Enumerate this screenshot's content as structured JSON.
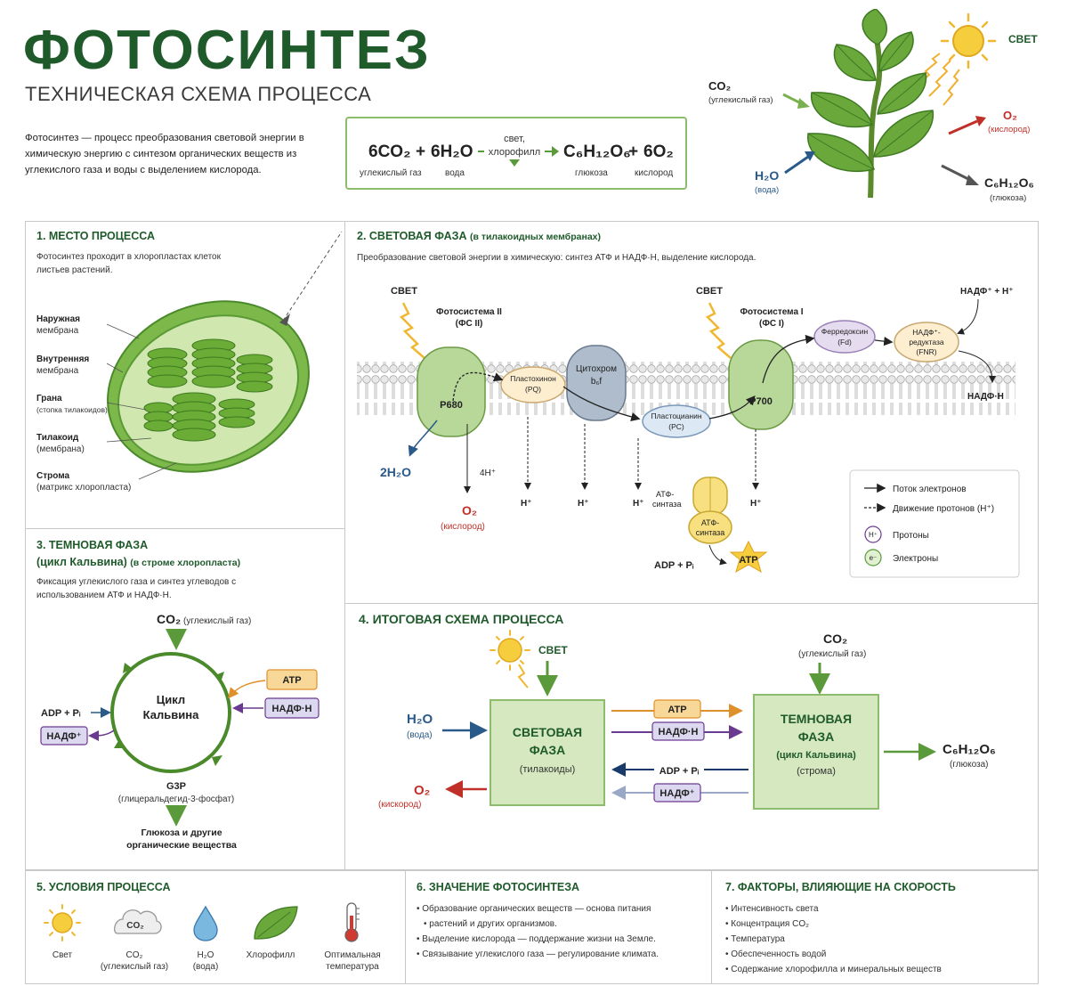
{
  "header": {
    "title": "ФОТОСИНТЕЗ",
    "subtitle": "ТЕХНИЧЕСКАЯ СХЕМА ПРОЦЕССА",
    "intro": "Фотосинтез — процесс преобразования световой энергии в химическую энергию с синтезом органических веществ из углекислого газа и воды с выделением кислорода."
  },
  "equation": {
    "reactant1": "6CO₂",
    "plus1": "+",
    "reactant2": "6H₂O",
    "cond_top": "свет,",
    "cond_bottom": "хлорофилл",
    "product1": "C₆H₁₂O₆",
    "plus2": "+",
    "product2": "6O₂",
    "label1": "углекислый газ",
    "label2": "вода",
    "label3": "глюкоза",
    "label4": "кислород"
  },
  "plant": {
    "light": "СВЕТ",
    "co2": "CO₂",
    "co2_label": "(углекислый газ)",
    "o2": "O₂",
    "o2_label": "(кислород)",
    "h2o": "H₂O",
    "h2o_label": "(вода)",
    "glucose": "C₆H₁₂O₆",
    "glucose_label": "(глюкоза)"
  },
  "section1": {
    "title": "1. МЕСТО ПРОЦЕССА",
    "text": "Фотосинтез проходит в хлоропластах клеток листьев растений.",
    "labels": [
      {
        "name": "Наружная",
        "sub": "мембрана"
      },
      {
        "name": "Внутренняя",
        "sub": "мембрана"
      },
      {
        "name": "Грана",
        "sub": "(стопка тилакоидов)"
      },
      {
        "name": "Тилакоид",
        "sub": "(мембрана)"
      },
      {
        "name": "Строма",
        "sub": "(матрикс хлоропласта)"
      }
    ]
  },
  "section2": {
    "title": "2. СВЕТОВАЯ ФАЗА",
    "title_small": "(в тилакоидных мембранах)",
    "text": "Преобразование световой энергии в химическую: синтез АТФ и НАДФ·Н, выделение кислорода.",
    "light1": "СВЕТ",
    "light2": "СВЕТ",
    "ps2": "Фотосистема II",
    "ps2_abbr": "(ФС II)",
    "p680": "P680",
    "ps1": "Фотосистема I",
    "ps1_abbr": "(ФС I)",
    "p700": "P700",
    "pq": "Пластохинон",
    "pq_abbr": "(PQ)",
    "cyt": "Цитохром",
    "cyt_abbr": "b₆f",
    "pc": "Пластоцианин",
    "pc_abbr": "(PC)",
    "fd": "Ферредоксин",
    "fd_abbr": "(Fd)",
    "fnr": "НАДФ⁺-",
    "fnr2": "редуктаза",
    "fnr_abbr": "(FNR)",
    "nadp_in": "НАДФ⁺ + H⁺",
    "nadph_out": "НАДФ·Н",
    "h2o": "2H₂O",
    "h4": "4H⁺",
    "o2": "O₂",
    "o2_label": "(кислород)",
    "hplus": "H⁺",
    "atp_synthase_top": "АТФ-",
    "atp_synthase_top2": "синтаза",
    "atp_synthase": "АТФ-",
    "atp_synthase2": "синтаза",
    "adp": "ADP + Pᵢ",
    "atp": "ATP",
    "legend": {
      "electrons_flow": "Поток электронов",
      "protons_flow": "Движение протонов (H⁺)",
      "h_sym": "H⁺",
      "protons": "Протоны",
      "e_sym": "e⁻",
      "electrons": "Электроны"
    }
  },
  "section3": {
    "title": "3. ТЕМНОВАЯ ФАЗА",
    "title2": "(цикл Кальвина)",
    "title2_small": "(в строме хлоропласта)",
    "text": "Фиксация углекислого газа и синтез углеводов с использованием АТФ и НАДФ·Н.",
    "co2": "CO₂",
    "co2_label": "(углекислый газ)",
    "cycle1": "Цикл",
    "cycle2": "Кальвина",
    "adp": "ADP + Pᵢ",
    "nadp": "НАДФ⁺",
    "atp": "ATP",
    "nadph": "НАДФ·Н",
    "g3p": "G3P",
    "g3p_label": "(глицеральдегид-3-фосфат)",
    "result1": "Глюкоза и другие",
    "result2": "органические вещества"
  },
  "section4": {
    "title": "4. ИТОГОВАЯ СХЕМА ПРОЦЕССА",
    "light": "СВЕТ",
    "co2": "CO₂",
    "co2_label": "(углекислый газ)",
    "h2o": "H₂O",
    "h2o_label": "(вода)",
    "o2": "O₂",
    "o2_label": "(кискород)",
    "light_phase1": "СВЕТОВАЯ",
    "light_phase2": "ФАЗА",
    "light_phase3": "(тилакоиды)",
    "dark_phase1": "ТЕМНОВАЯ",
    "dark_phase2": "ФАЗА",
    "dark_phase3": "(цикл Кальвина)",
    "dark_phase4": "(строма)",
    "atp": "ATP",
    "nadph": "НАДФ·Н",
    "adp": "ADP + Pᵢ",
    "nadp": "НАДФ⁺",
    "glucose": "C₆H₁₂O₆",
    "glucose_label": "(глюкоза)"
  },
  "section5": {
    "title": "5. УСЛОВИЯ ПРОЦЕССА",
    "items": [
      {
        "label": "Свет",
        "sub": ""
      },
      {
        "label": "CO₂",
        "sub": "(углекислый газ)"
      },
      {
        "label": "H₂O",
        "sub": "(вода)"
      },
      {
        "label": "Хлорофилл",
        "sub": ""
      },
      {
        "label": "Оптимальная",
        "sub": "температура"
      }
    ],
    "cloud_text": "CO₂"
  },
  "section6": {
    "title": "6. ЗНАЧЕНИЕ ФОТОСИНТЕЗА",
    "items": [
      "Образование органических веществ — основа питания",
      "Выделение кислорода — поддержание жизни на Земле.",
      "Связывание углекислого газа — регулирование климата."
    ],
    "item1_cont": "растений и других организмов."
  },
  "section7": {
    "title": "7. ФАКТОРЫ, ВЛИЯЮЩИЕ НА СКОРОСТЬ",
    "items": [
      "Интенсивность света",
      "Концентрация CO₂",
      "Температура",
      "Обеспеченность водой",
      "Содержание хлорофилла и минеральных веществ"
    ]
  },
  "colors": {
    "title_green": "#1f5a2b",
    "light_green": "#d6e8bf",
    "arrow_green": "#5a9a3a",
    "arrow_blue": "#2a5a8a",
    "arrow_red": "#c03028",
    "arrow_orange": "#e0902a",
    "arrow_purple": "#6a3a90",
    "atp_fill": "#f8d898",
    "nadph_fill": "#dcd8f0"
  }
}
